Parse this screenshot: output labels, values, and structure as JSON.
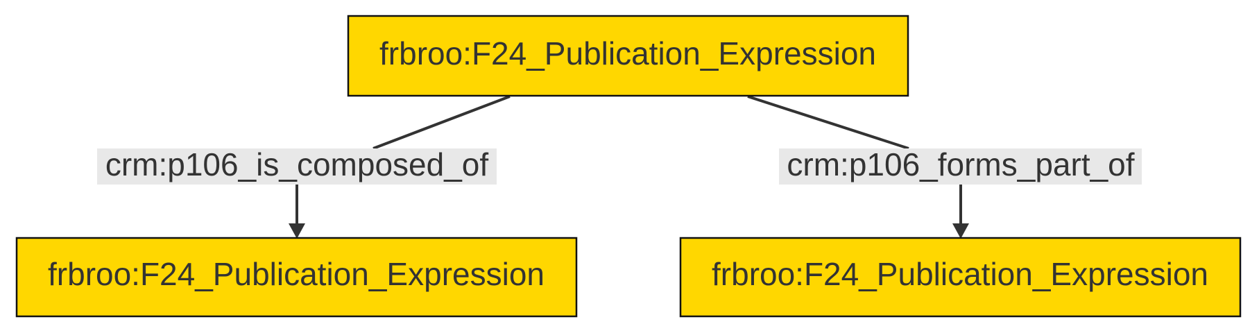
{
  "diagram": {
    "node_fill": "#FFD700",
    "node_stroke": "#111111",
    "text_color": "#333333",
    "edge_color": "#333333",
    "label_bg": "#E8E8E8",
    "nodes": {
      "root": {
        "label": "frbroo:F24_Publication_Expression"
      },
      "left_child": {
        "label": "frbroo:F24_Publication_Expression"
      },
      "right_child": {
        "label": "frbroo:F24_Publication_Expression"
      }
    },
    "edges": {
      "left": {
        "label": "crm:p106_is_composed_of"
      },
      "right": {
        "label": "crm:p106_forms_part_of"
      }
    }
  }
}
